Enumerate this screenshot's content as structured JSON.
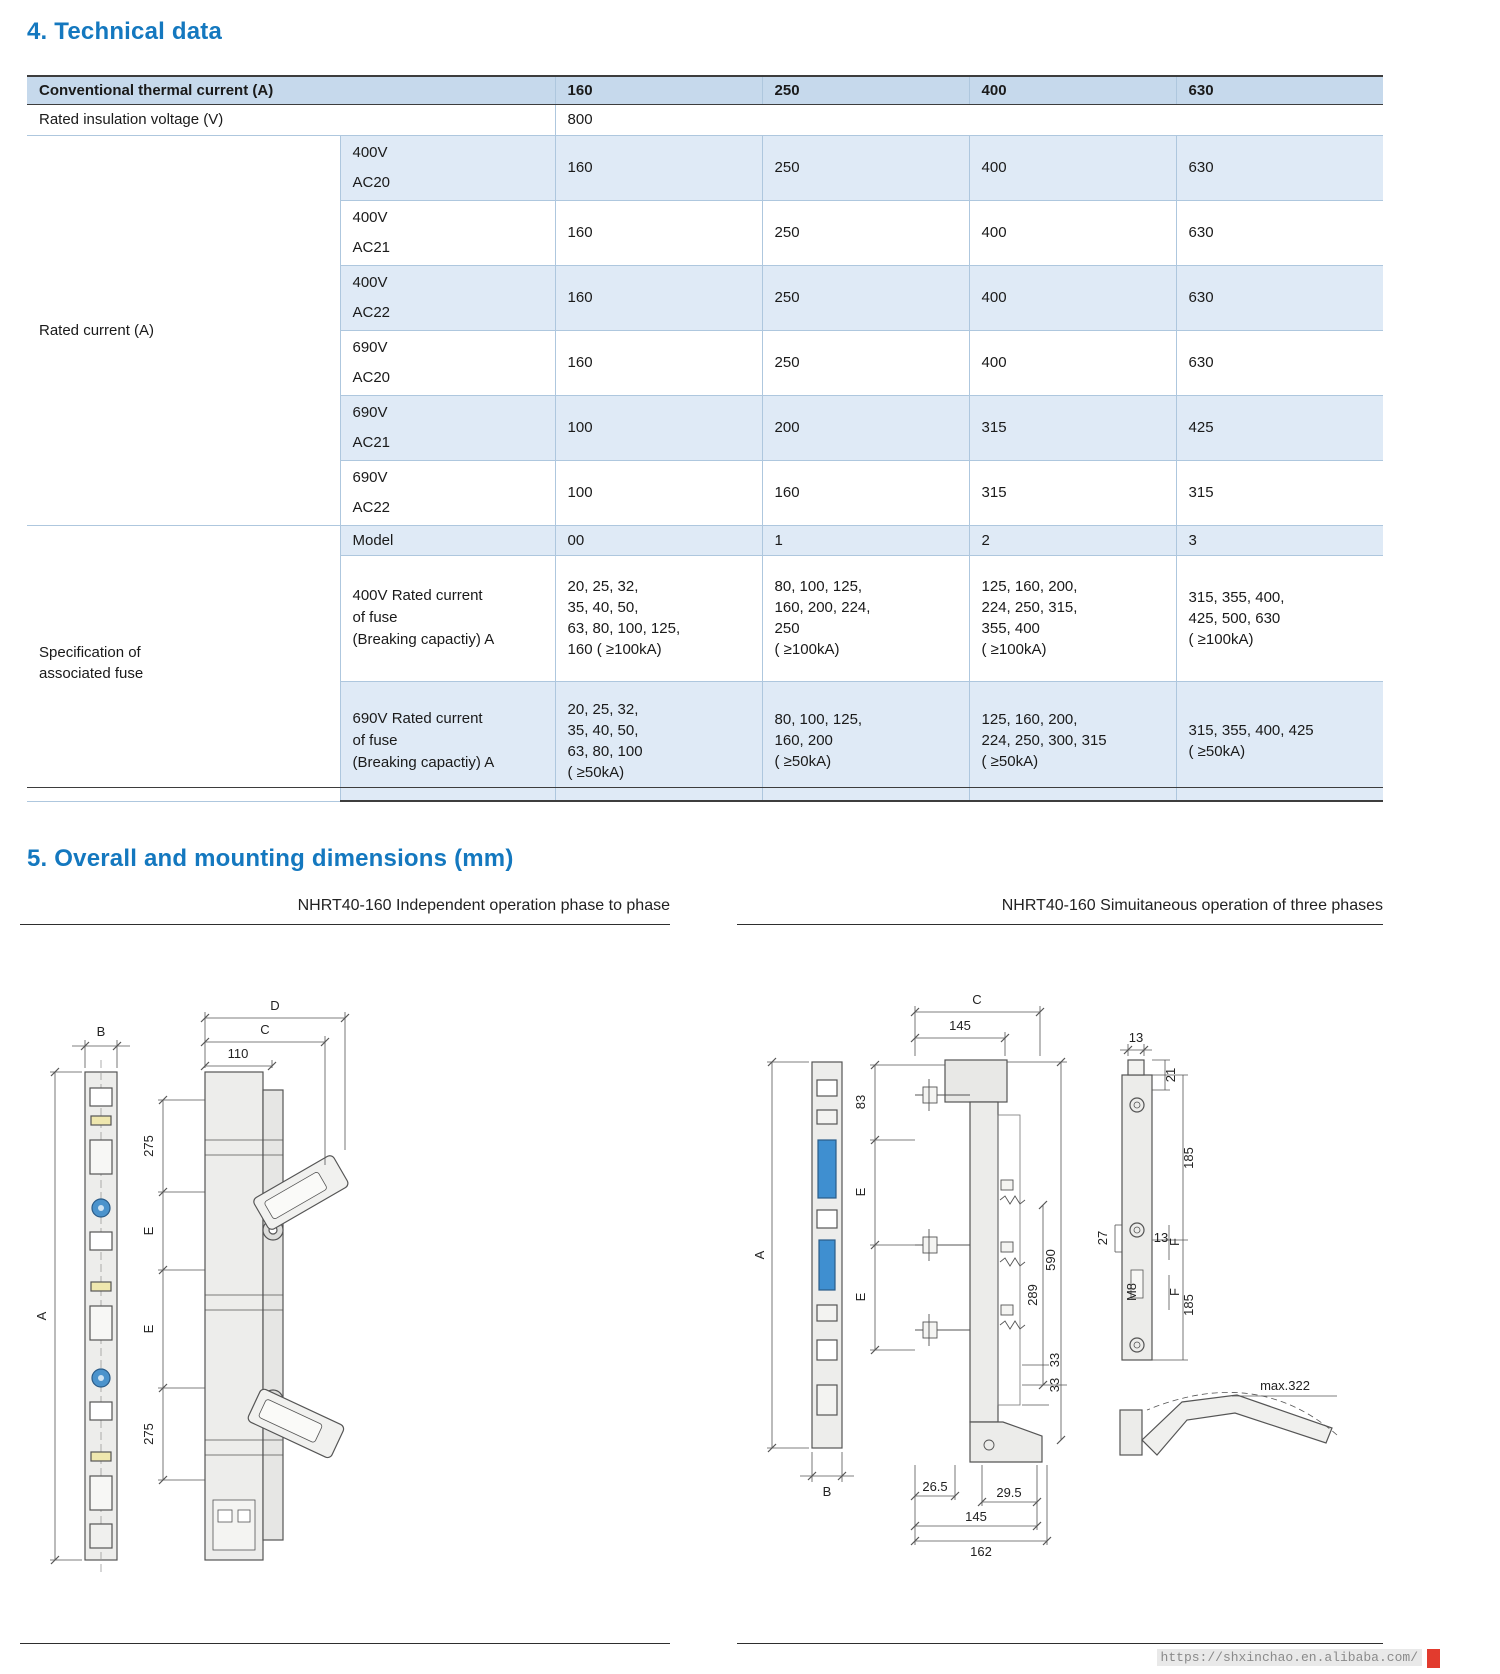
{
  "page": {
    "section4_title": "4. Technical data",
    "section5_title": "5. Overall and mounting dimensions (mm)",
    "footer_url": "https://shxinchao.en.alibaba.com/"
  },
  "table": {
    "header": {
      "label": "Conventional thermal current (A)",
      "values": [
        "160",
        "250",
        "400",
        "630"
      ]
    },
    "insulation": {
      "label": "Rated insulation voltage (V)",
      "value": "800"
    },
    "rated_current": {
      "label": "Rated current (A)",
      "rows": [
        {
          "voltage": "400V",
          "ac": "AC20",
          "values": [
            "160",
            "250",
            "400",
            "630"
          ]
        },
        {
          "voltage": "400V",
          "ac": "AC21",
          "values": [
            "160",
            "250",
            "400",
            "630"
          ]
        },
        {
          "voltage": "400V",
          "ac": "AC22",
          "values": [
            "160",
            "250",
            "400",
            "630"
          ]
        },
        {
          "voltage": "690V",
          "ac": "AC20",
          "values": [
            "160",
            "250",
            "400",
            "630"
          ]
        },
        {
          "voltage": "690V",
          "ac": "AC21",
          "values": [
            "100",
            "200",
            "315",
            "425"
          ]
        },
        {
          "voltage": "690V",
          "ac": "AC22",
          "values": [
            "100",
            "160",
            "315",
            "315"
          ]
        }
      ]
    },
    "fuse_spec": {
      "label": "Specification of\nassociated fuse",
      "model": {
        "label": "Model",
        "values": [
          "00",
          "1",
          "2",
          "3"
        ]
      },
      "rows": [
        {
          "label": "400V Rated current\nof fuse\n(Breaking capactiy) A",
          "values": [
            "20, 25, 32,\n35, 40, 50,\n63, 80, 100, 125,\n160 ( ≥100kA)",
            "80, 100, 125,\n160, 200, 224,\n250\n( ≥100kA)",
            "125, 160, 200,\n224, 250, 315,\n355, 400\n( ≥100kA)",
            "315, 355, 400,\n425, 500, 630\n( ≥100kA)"
          ]
        },
        {
          "label": "690V Rated current\nof fuse\n(Breaking capactiy) A",
          "values": [
            "20, 25, 32,\n35, 40, 50,\n63, 80, 100\n( ≥50kA)",
            "80, 100, 125,\n160, 200\n( ≥50kA)",
            "125, 160, 200,\n224, 250, 300, 315\n( ≥50kA)",
            "315, 355, 400, 425\n( ≥50kA)"
          ]
        }
      ]
    }
  },
  "drawings": {
    "left": {
      "caption": "NHRT40-160 Independent operation phase to phase",
      "dims": {
        "D": "D",
        "C": "C",
        "w110": "110",
        "B": "B",
        "A": "A",
        "d275a": "275",
        "Ea": "E",
        "Eb": "E",
        "d275b": "275"
      }
    },
    "right": {
      "caption": "NHRT40-160 Simuitaneous operation of three phases",
      "dims": {
        "C": "C",
        "d145": "145",
        "d83": "83",
        "Ea": "E",
        "Eb": "E",
        "A": "A",
        "B": "B",
        "d13a": "13",
        "d21": "21",
        "d185a": "185",
        "d27": "27",
        "d13b": "13",
        "M8": "M8",
        "Fa": "F",
        "d185b": "185",
        "Fb": "F",
        "d289": "289",
        "d590": "590",
        "d33a": "33",
        "d33b": "33",
        "d265": "26.5",
        "d295": "29.5",
        "d145b": "145",
        "d162": "162",
        "max322": "max.322"
      }
    }
  }
}
